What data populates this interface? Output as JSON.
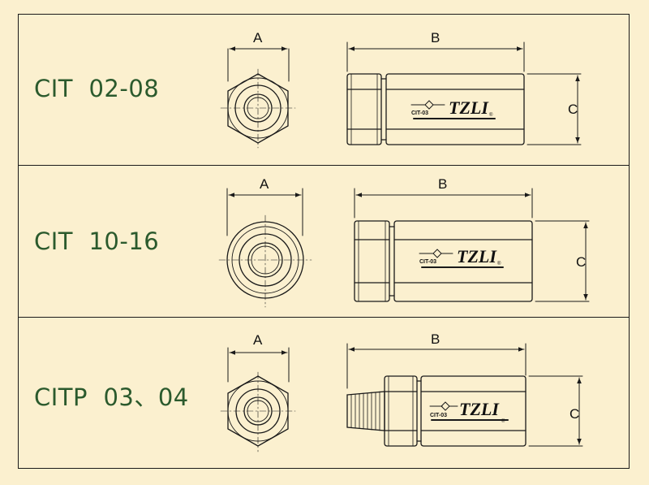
{
  "rows": [
    {
      "model": "CIT  02-08",
      "end_view": "hexagon",
      "dims": {
        "a": "A",
        "b": "B",
        "c": "C"
      },
      "body_label": "CIT-03",
      "logo": "TZLI",
      "reg_mark": "®"
    },
    {
      "model": "CIT  10-16",
      "end_view": "round",
      "dims": {
        "a": "A",
        "b": "B",
        "c": "C"
      },
      "body_label": "CIT-03",
      "logo": "TZLI",
      "reg_mark": "®"
    },
    {
      "model": "CITP  03、04",
      "end_view": "hexagon",
      "dims": {
        "a": "A",
        "b": "B",
        "c": "C"
      },
      "body_label": "CIT-03",
      "logo": "TZLI",
      "reg_mark": "®"
    }
  ],
  "colors": {
    "background": "#fbf0cf",
    "line": "#1a1a1a",
    "label": "#2b5a2d"
  }
}
